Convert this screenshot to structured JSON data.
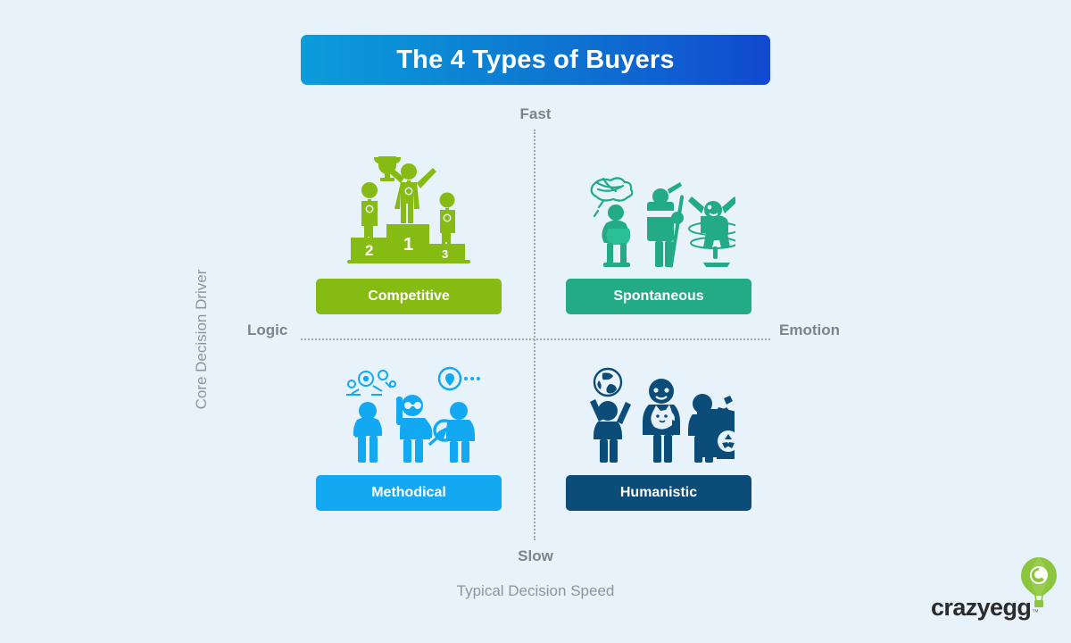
{
  "title": {
    "text": "The 4 Types of Buyers",
    "gradient_from": "#0b9cdb",
    "gradient_to": "#1149cf"
  },
  "background_color": "#e7f2fa",
  "axes": {
    "vertical": {
      "label": "Core Decision Driver",
      "top_cap": "Fast",
      "bottom_cap": "Slow"
    },
    "horizontal": {
      "label": "Typical Decision Speed",
      "left_cap": "Logic",
      "right_cap": "Emotion"
    },
    "line_color": "#9aa6b0"
  },
  "quadrants": [
    {
      "key": "competitive",
      "label": "Competitive",
      "color": "#85bb13",
      "position": "top-left",
      "icon": "winners-podium-icon",
      "icon_description": "Three people on a winners podium numbered 1, 2 and 3 with the winner holding a trophy",
      "podium_numbers": [
        "2",
        "1",
        "3"
      ]
    },
    {
      "key": "spontaneous",
      "label": "Spontaneous",
      "color": "#22ab84",
      "position": "top-right",
      "icon": "impulsive-people-icon",
      "icon_description": "A person with a scribbled thought cloud, a traveller with backpack and hiking pole, and a person spinning in an office chair"
    },
    {
      "key": "methodical",
      "label": "Methodical",
      "color": "#13a9f2",
      "position": "bottom-left",
      "icon": "analytical-people-icon",
      "icon_description": "A person thinking with gears, a person with glasses raising a finger, and a person inspecting with a magnifying glass"
    },
    {
      "key": "humanistic",
      "label": "Humanistic",
      "color": "#0c4c78",
      "position": "bottom-right",
      "icon": "caring-people-icon",
      "icon_description": "A person holding up a globe, a person holding a cat, and a person putting a bottle into a recycling bin"
    }
  ],
  "brand": {
    "name": "crazyegg",
    "trademark": "™",
    "logo_color": "#8cc63e",
    "wordmark_color": "#2b2b2b",
    "logo_icon": "hot-air-balloon-icon",
    "balloon_letter": "C"
  }
}
